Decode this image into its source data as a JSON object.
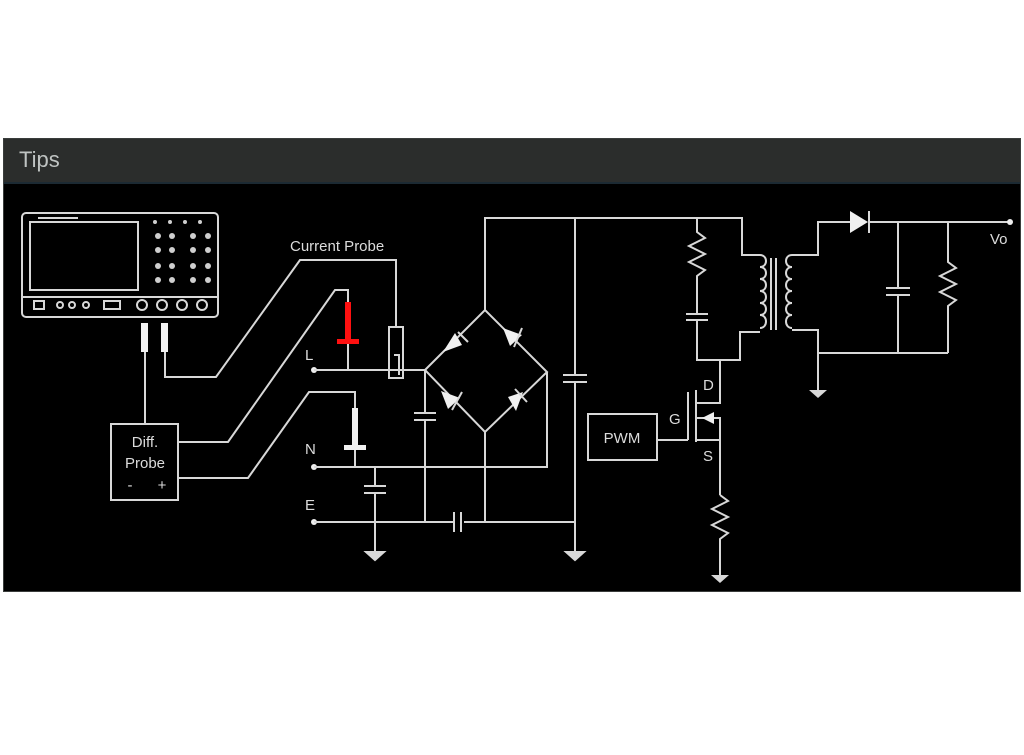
{
  "window": {
    "title": "Tips"
  },
  "diagram": {
    "current_probe_label": "Current Probe",
    "diff_probe_label_line1": "Diff.",
    "diff_probe_label_line2": "Probe",
    "diff_probe_minus": "-",
    "diff_probe_plus": "+",
    "terminal_l": "L",
    "terminal_n": "N",
    "terminal_e": "E",
    "pwm_label": "PWM",
    "gate_label": "G",
    "drain_label": "D",
    "source_label": "S",
    "output_label": "Vo",
    "colors": {
      "probe_tip_highlight": "#ff0000",
      "wire": "#d8d8d8",
      "header": "#2b2d2c"
    }
  }
}
